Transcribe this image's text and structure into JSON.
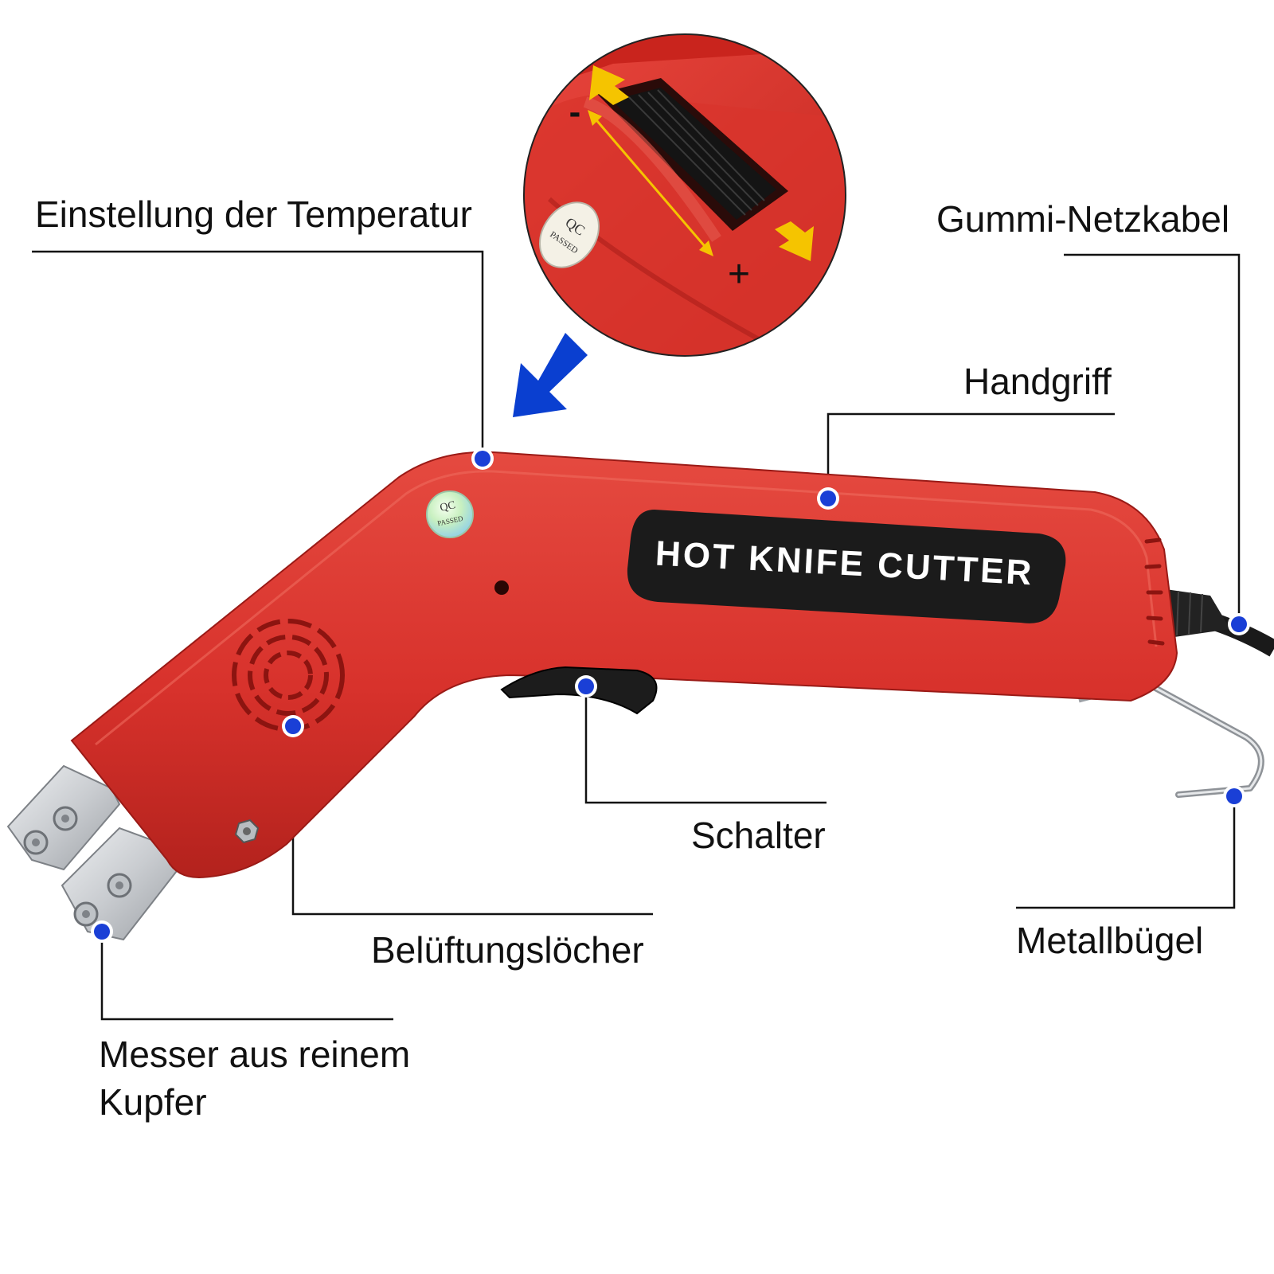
{
  "product": {
    "name_plate": "HOT KNIFE CUTTER",
    "qc_sticker": {
      "line1": "QC",
      "line2": "PASSED"
    }
  },
  "zoom_inset": {
    "minus_sign": "-",
    "plus_sign": "+"
  },
  "callouts": {
    "temperature": "Einstellung der Temperatur",
    "power_cable": "Gummi-Netzkabel",
    "handle": "Handgriff",
    "switch": "Schalter",
    "vents": "Belüftungslöcher",
    "bracket": "Metallbügel",
    "blade_line1": "Messer aus reinem",
    "blade_line2": "Kupfer"
  },
  "colors": {
    "body_red": "#d8322c",
    "body_dark": "#a81c18",
    "marker_blue": "#1a3fd6",
    "arrow_blue": "#0a3fd0",
    "arrow_yellow": "#f5c400",
    "steel": "#c9ccd0"
  },
  "icons": [
    "direction-arrow-icon",
    "marker-dot-icon"
  ]
}
